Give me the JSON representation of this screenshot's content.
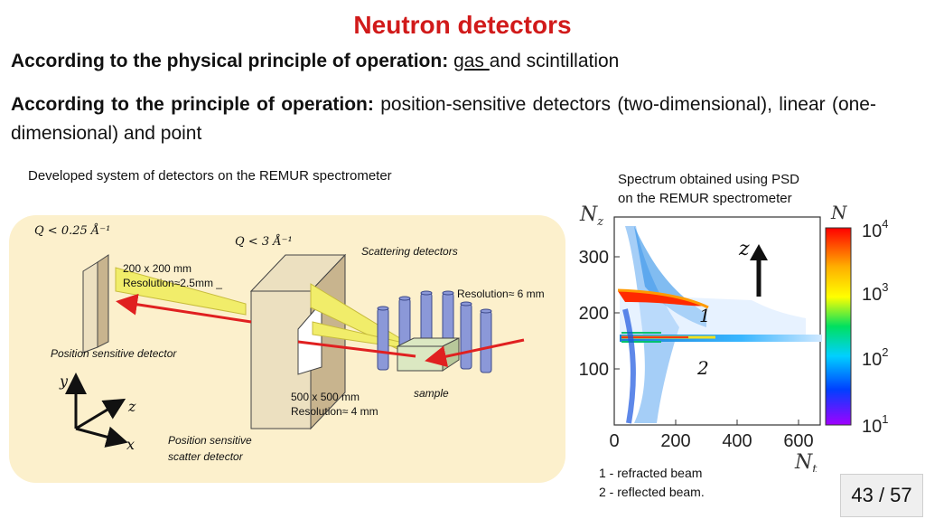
{
  "title": "Neutron detectors",
  "line1": {
    "bold": "According to the physical principle of operation:",
    "underlined": "gas ",
    "rest": "and scintillation"
  },
  "line2": {
    "bold": "According to the principle of operation:",
    "rest": "position-sensitive detectors (two-dimensional), linear (one-dimensional) and point"
  },
  "developed": "Developed system of detectors on the REMUR spectrometer",
  "diagram": {
    "q_left": "Q < 0.25 Å⁻¹",
    "q_mid": "Q < 3 Å⁻¹",
    "psd_size": "200 x 200 mm",
    "psd_res": "Resolution≈2.5mm _",
    "scattering_detectors": "Scattering detectors",
    "res6": "Resolution≈ 6 mm",
    "psd_label": "Position sensitive detector",
    "sample": "sample",
    "big_size": "500 x 500 mm",
    "big_res": "Resolution≈ 4 mm",
    "scatter_label_1": "Position sensitive",
    "scatter_label_2": "scatter detector",
    "axis_y": "y",
    "axis_z": "z",
    "axis_x": "x"
  },
  "spectrum": {
    "title_1": "Spectrum obtained using PSD",
    "title_2": "on the REMUR spectrometer",
    "y_axis": "N",
    "y_sub": "z",
    "x_axis": "N",
    "x_sub": "t",
    "y_ticks": [
      "300",
      "200",
      "100"
    ],
    "x_ticks": [
      "0",
      "200",
      "400",
      "600"
    ],
    "cbar_title": "N",
    "cbar_ticks": [
      "10",
      "10",
      "10",
      "10"
    ],
    "cbar_exps": [
      "4",
      "3",
      "2",
      "1"
    ],
    "z_marker": "z",
    "curve_1": "1",
    "curve_2": "2"
  },
  "legend": {
    "item1": "1 - refracted beam",
    "item2": "2 - reflected beam."
  },
  "page": "43 / 57"
}
